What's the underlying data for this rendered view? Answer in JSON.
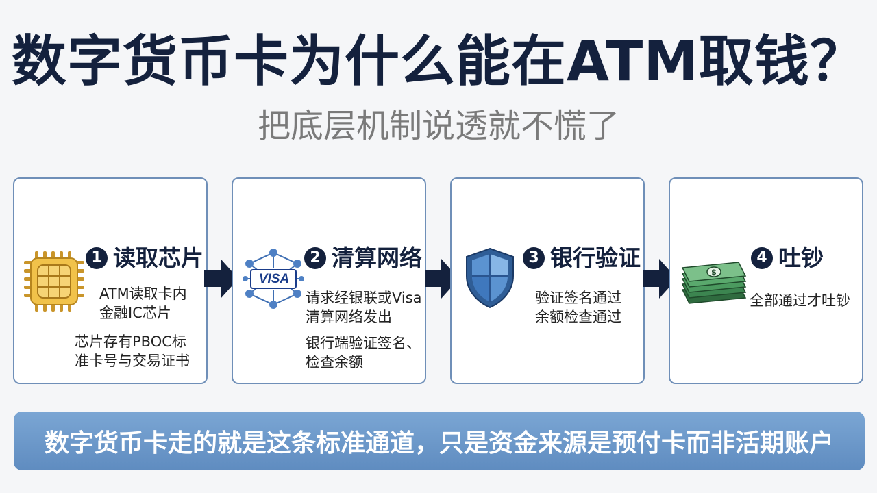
{
  "title": "数字货币卡为什么能在ATM取钱？",
  "subtitle": "把底层机制说透就不慌了",
  "steps": [
    {
      "num": "1",
      "title": "读取芯片",
      "lines": [
        "ATM读取卡内",
        "金融IC芯片",
        "芯片存有PBOC标",
        "准卡号与交易证书"
      ],
      "icon": "chip-icon"
    },
    {
      "num": "2",
      "title": "清算网络",
      "lines": [
        "请求经银联或Visa",
        "清算网络发出",
        "银行端验证签名、",
        "检查余额"
      ],
      "icon": "network-icon",
      "badge": "VISA"
    },
    {
      "num": "3",
      "title": "银行验证",
      "lines": [
        "验证签名通过",
        "余额检查通过"
      ],
      "icon": "shield-icon"
    },
    {
      "num": "4",
      "title": "吐钞",
      "lines": [
        "全部通过才吐钞"
      ],
      "icon": "cash-icon"
    }
  ],
  "banner": "数字货币卡走的就是这条标准通道，只是资金来源是预付卡而非活期账户",
  "colors": {
    "navy": "#14213d",
    "card_border": "#6f8fb8",
    "banner": "#6b97c9"
  }
}
